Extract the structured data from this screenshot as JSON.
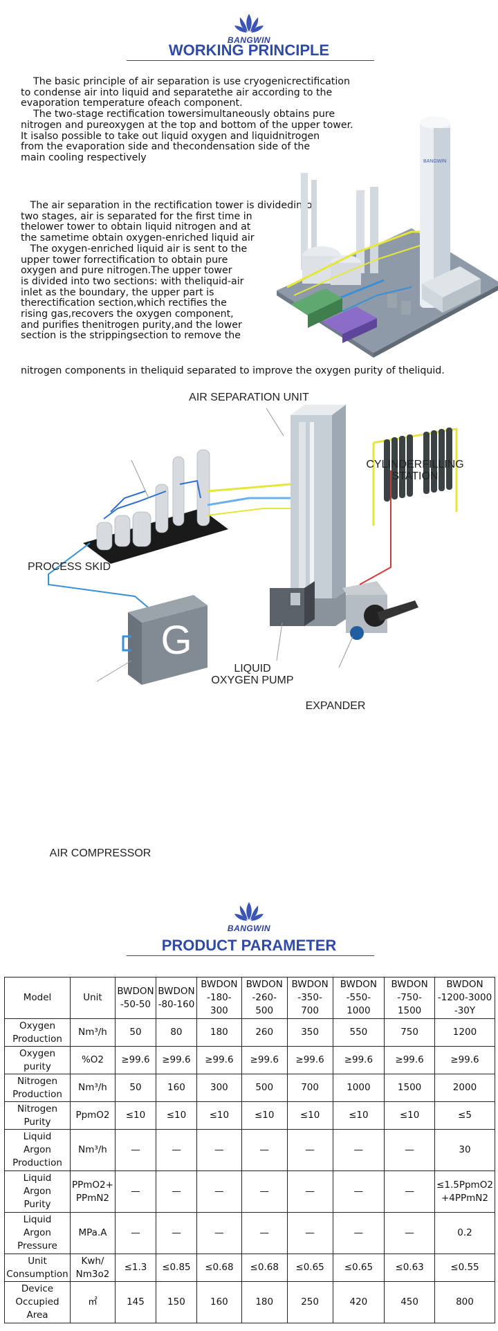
{
  "header": {
    "brand": "BANGWIN",
    "title": "WORKING PRINCIPLE"
  },
  "principle": {
    "lines_full": [
      "    The basic principle of air separation is use cryogenicrectification",
      "to condense air into liquid and separatethe air according to the",
      "evaporation temperature ofeach component.",
      "    The two-stage rectification towersimultaneously obtains pure",
      "nitrogen and pureoxygen at the top and bottom of the upper tower.",
      "It isalso possible to take out liquid oxygen and liquidnitrogen",
      "from the evaporation side and thecondensation side of the",
      "main cooling respectively"
    ],
    "lines_wrap": [
      "   The air separation in the rectification tower is dividedinto",
      "two stages, air is separated for the first time in",
      "thelower tower to obtain liquid nitrogen and at",
      "the sametime obtain oxygen-enriched liquid air",
      "   The oxygen-enriched liquid air is sent to the",
      "upper tower forrectification to obtain pure",
      "oxygen and pure nitrogen.The upper tower",
      "is divided into two sections: with theliquid-air",
      "inlet as the boundary, the upper part is",
      "therectification section,which rectifies the",
      "rising gas,recovers the oxygen component,",
      "and purifies thenitrogen purity,and the lower",
      "section is the strippingsection to remove the"
    ],
    "last_line": "nitrogen components in theliquid separated to improve the oxygen purity of theliquid.",
    "plant_brand": "BANGWIN"
  },
  "diagram": {
    "air_separation_unit": "AIR SEPARATION UNIT",
    "cylinder_filling_line1": "CYLINDERFILLING",
    "cylinder_filling_line2": "STATION",
    "process_skid": "PROCESS SKID",
    "liquid_oxygen_pump_line1": "LIQUID",
    "liquid_oxygen_pump_line2": "OXYGEN PUMP",
    "expander": "EXPANDER",
    "air_compressor": "AIR COMPRESSOR",
    "compressor_letter": "G"
  },
  "parameter_header": {
    "brand": "BANGWIN",
    "title": "PRODUCT PARAMETER"
  },
  "table": {
    "head": {
      "model": "Model",
      "unit": "Unit",
      "models": [
        [
          "BWDON",
          "-50-50"
        ],
        [
          "BWDON",
          "-80-160"
        ],
        [
          "BWDON",
          "-180-300"
        ],
        [
          "BWDON",
          "-260-500"
        ],
        [
          "BWDON",
          "-350-700"
        ],
        [
          "BWDON",
          "-550-1000"
        ],
        [
          "BWDON",
          "-750-1500"
        ],
        [
          "BWDON",
          "-1200-3000",
          "-30Y"
        ]
      ]
    },
    "rows": [
      {
        "label": [
          "Oxygen",
          "Production"
        ],
        "unit": [
          "Nm³/h"
        ],
        "values": [
          "50",
          "80",
          "180",
          "260",
          "350",
          "550",
          "750",
          "1200"
        ]
      },
      {
        "label": [
          "Oxygen",
          "purity"
        ],
        "unit": [
          "%O2"
        ],
        "values": [
          "≥99.6",
          "≥99.6",
          "≥99.6",
          "≥99.6",
          "≥99.6",
          "≥99.6",
          "≥99.6",
          "≥99.6"
        ]
      },
      {
        "label": [
          "Nitrogen",
          "Production"
        ],
        "unit": [
          "Nm³/h"
        ],
        "values": [
          "50",
          "160",
          "300",
          "500",
          "700",
          "1000",
          "1500",
          "2000"
        ]
      },
      {
        "label": [
          "Nitrogen",
          "Purity"
        ],
        "unit": [
          "PpmO2"
        ],
        "values": [
          "≤10",
          "≤10",
          "≤10",
          "≤10",
          "≤10",
          "≤10",
          "≤10",
          "≤5"
        ]
      },
      {
        "label": [
          "Liquid",
          "Argon",
          "Production"
        ],
        "unit": [
          "Nm³/h"
        ],
        "values": [
          "—",
          "—",
          "—",
          "—",
          "—",
          "—",
          "—",
          "30"
        ]
      },
      {
        "label": [
          "Liquid",
          "Argon",
          "Purity"
        ],
        "unit": [
          "PPmO2+",
          "PPmN2"
        ],
        "values": [
          "—",
          "—",
          "—",
          "—",
          "—",
          "—",
          "—",
          "≤1.5PpmO2 +4PPmN2"
        ]
      },
      {
        "label": [
          "Liquid",
          "Argon",
          "Pressure"
        ],
        "unit": [
          "MPa.A"
        ],
        "values": [
          "—",
          "—",
          "—",
          "—",
          "—",
          "—",
          "—",
          "0.2"
        ]
      },
      {
        "label": [
          "Unit",
          "Consumption"
        ],
        "unit": [
          "Kwh/",
          "Nm3o2"
        ],
        "values": [
          "≤1.3",
          "≤0.85",
          "≤0.68",
          "≤0.68",
          "≤0.65",
          "≤0.65",
          "≤0.63",
          "≤0.55"
        ]
      },
      {
        "label": [
          "Device",
          "Occupied",
          "Area"
        ],
        "unit": [
          "㎡"
        ],
        "values": [
          "145",
          "150",
          "160",
          "180",
          "250",
          "420",
          "450",
          "800"
        ]
      }
    ]
  },
  "colors": {
    "brand_blue": "#2f4aa9",
    "pipe_blue": "#3a8fd6",
    "pipe_yellow": "#e6e63a",
    "cylinder_dark": "#3b4244"
  }
}
